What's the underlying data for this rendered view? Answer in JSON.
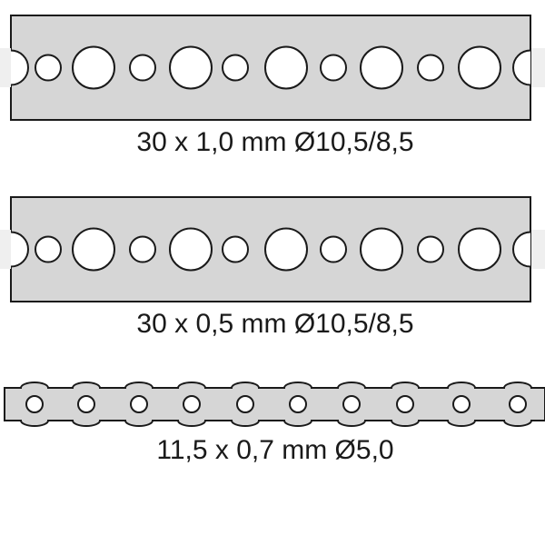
{
  "colors": {
    "strip_fill": "#d6d6d6",
    "strip_stroke": "#1a1a1a",
    "hole_fill": "#ffffff",
    "background": "#ffffff"
  },
  "bands": [
    {
      "id": "band-1",
      "label": "30 x 1,0 mm Ø10,5/8,5",
      "hole_pattern": "alternating large and small round holes"
    },
    {
      "id": "band-2",
      "label": "30 x 0,5 mm Ø10,5/8,5",
      "hole_pattern": "alternating large and small round holes"
    },
    {
      "id": "band-3",
      "label": "11,5 x 0,7 mm Ø5,0",
      "hole_pattern": "single row of round holes"
    }
  ]
}
